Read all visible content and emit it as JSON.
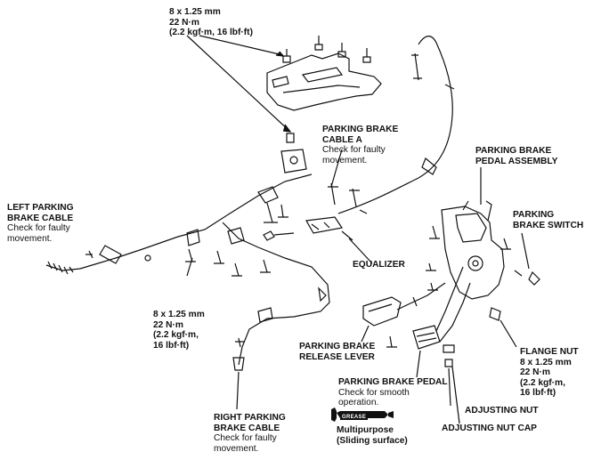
{
  "labels": {
    "torque_top": {
      "l1": "8 x 1.25 mm",
      "l2": "22 N·m",
      "l3": "(2.2 kgf·m, 16 lbf·ft)"
    },
    "cable_a": {
      "l1": "PARKING BRAKE",
      "l2": "CABLE A",
      "n1": "Check for faulty",
      "n2": "movement."
    },
    "pedal_assembly": {
      "l1": "PARKING BRAKE",
      "l2": "PEDAL ASSEMBLY"
    },
    "left_cable": {
      "l1": "LEFT PARKING",
      "l2": "BRAKE CABLE",
      "n1": "Check for faulty",
      "n2": "movement."
    },
    "brake_switch": {
      "l1": "PARKING",
      "l2": "BRAKE SWITCH"
    },
    "equalizer": {
      "l1": "EQUALIZER"
    },
    "torque_left": {
      "l1": "8 x 1.25 mm",
      "l2": "22 N·m",
      "l3": "(2.2 kgf·m,",
      "l4": "16 lbf·ft)"
    },
    "release_lever": {
      "l1": "PARKING BRAKE",
      "l2": "RELEASE LEVER"
    },
    "flange_nut": {
      "l1": "FLANGE NUT",
      "l2": "8 x 1.25 mm",
      "l3": "22 N·m",
      "l4": "(2.2 kgf·m,",
      "l5": "16 lbf·ft)"
    },
    "pedal": {
      "l1": "PARKING BRAKE PEDAL",
      "n1": "Check for smooth",
      "n2": "operation."
    },
    "adjusting_nut": {
      "l1": "ADJUSTING NUT"
    },
    "grease": {
      "tag": "GREASE",
      "l1": "Multipurpose",
      "l2": "(Sliding surface)"
    },
    "adjusting_nut_cap": {
      "l1": "ADJUSTING NUT CAP"
    },
    "right_cable": {
      "l1": "RIGHT PARKING",
      "l2": "BRAKE CABLE",
      "n1": "Check for faulty",
      "n2": "movement."
    }
  }
}
